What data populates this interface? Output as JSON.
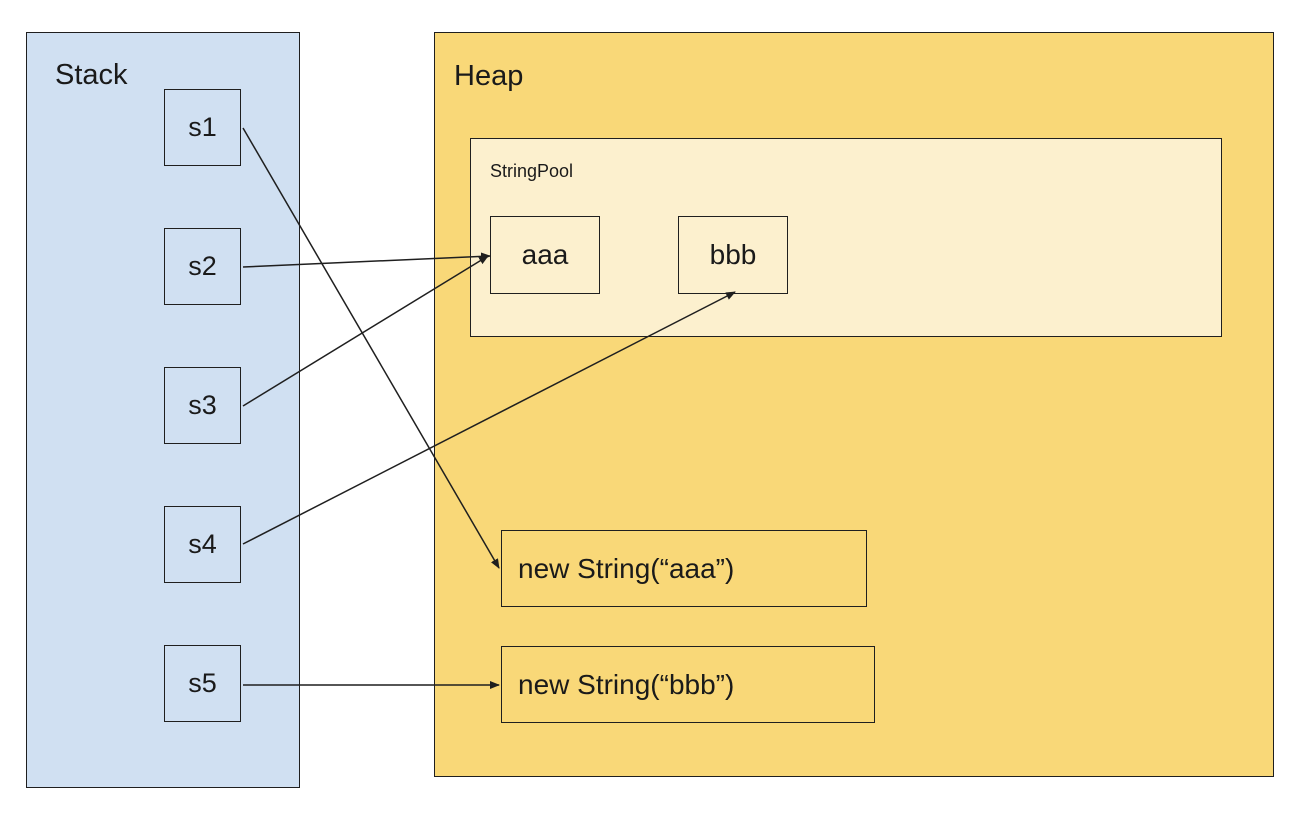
{
  "stack": {
    "title": "Stack",
    "vars": [
      "s1",
      "s2",
      "s3",
      "s4",
      "s5"
    ]
  },
  "heap": {
    "title": "Heap",
    "pool": {
      "title": "StringPool",
      "items": [
        "aaa",
        "bbb"
      ]
    },
    "objects": [
      "new String(“aaa”)",
      "new String(“bbb”)"
    ]
  },
  "references": [
    {
      "from": "s1",
      "to": "new String(“aaa”)"
    },
    {
      "from": "s2",
      "to": "aaa"
    },
    {
      "from": "s3",
      "to": "aaa"
    },
    {
      "from": "s4",
      "to": "bbb"
    },
    {
      "from": "s5",
      "to": "new String(“bbb”)"
    }
  ],
  "colors": {
    "stack_fill": "#d0e0f2",
    "heap_fill": "#f9d878",
    "pool_fill": "#fcf0ce",
    "stroke": "#1f1f1f"
  }
}
